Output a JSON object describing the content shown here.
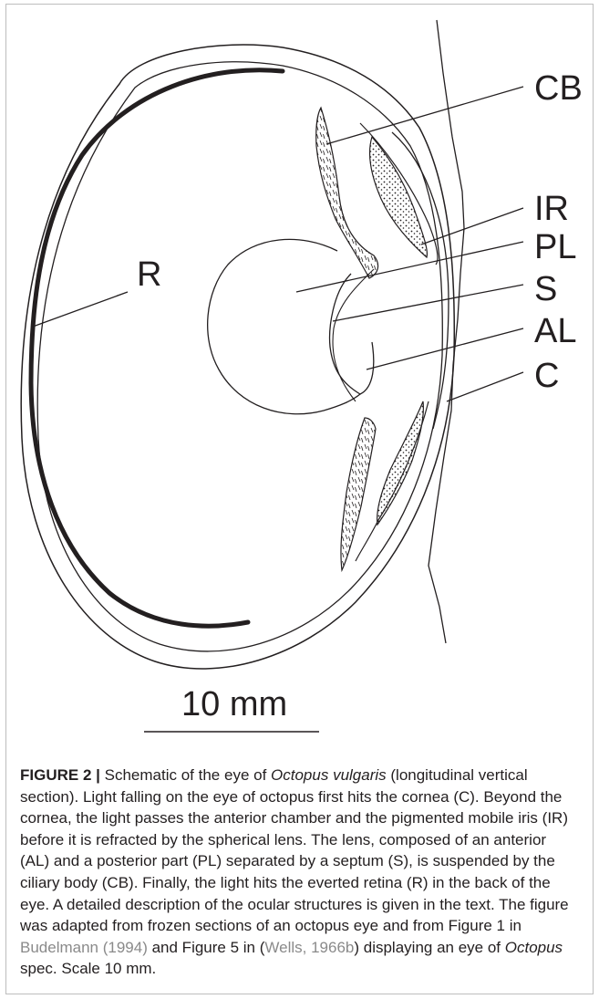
{
  "figure": {
    "labels": {
      "cb": "CB",
      "ir": "IR",
      "pl": "PL",
      "s": "S",
      "al": "AL",
      "c": "C",
      "r": "R"
    },
    "scale_bar": "10 mm"
  },
  "caption": {
    "label": "FIGURE 2",
    "separator": "|",
    "t1": "Schematic of the eye of ",
    "species": "Octopus vulgaris",
    "t2": " (longitudinal vertical section). Light falling on the eye of octopus first hits the cornea (C). Beyond the cornea, the light passes the anterior chamber and the pigmented mobile iris (IR) before it is refracted by the spherical lens. The lens, composed of an anterior (AL) and a posterior part (PL) separated by a septum (S), is suspended by the ciliary body (CB). Finally, the light hits the everted retina (R) in the back of the eye. A detailed description of the ocular structures is given in the text. The figure was adapted from frozen sections of an octopus eye and from Figure 1 in ",
    "ref1": "Budelmann (1994)",
    "t3": " and Figure 5 in (",
    "ref2": "Wells, 1966b",
    "t4": ") displaying an eye of ",
    "genus": "Octopus",
    "t5": " spec. Scale 10 mm."
  }
}
